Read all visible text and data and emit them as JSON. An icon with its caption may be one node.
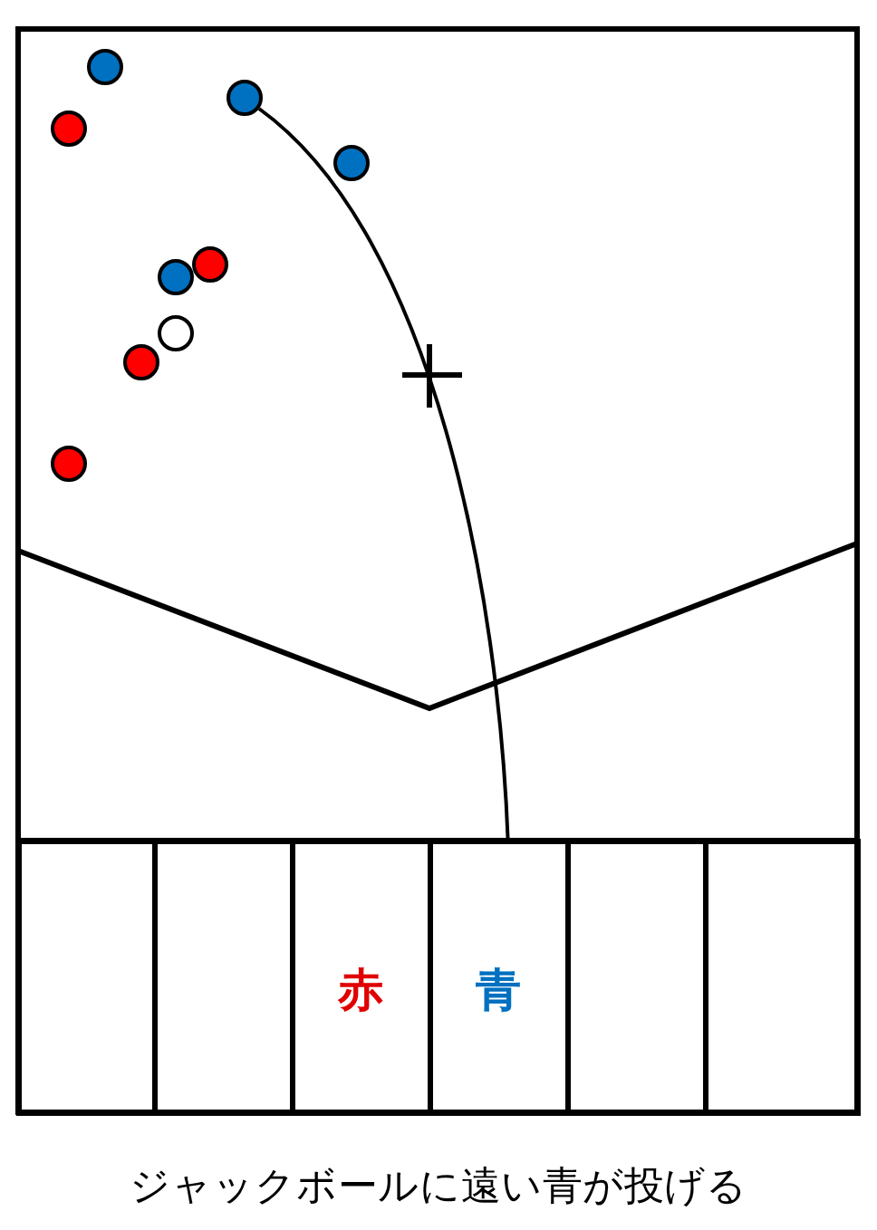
{
  "diagram": {
    "caption": "ジャックボールに遠い青が投げる",
    "nodes": [
      {
        "text": [],
        "shape": "circle"
      },
      {
        "text": [],
        "shape": "circle"
      },
      {
        "text": [],
        "shape": "circle"
      },
      {
        "text": [],
        "shape": "circle"
      },
      {
        "text": [],
        "shape": "circle"
      },
      {
        "text": [],
        "shape": "circle"
      },
      {
        "text": [],
        "shape": "circle"
      },
      {
        "text": [],
        "shape": "circle"
      },
      {
        "text": [],
        "shape": "circle"
      },
      {
        "text": [],
        "shape": "box"
      },
      {
        "text": [],
        "shape": "box"
      },
      {
        "text": [
          "赤"
        ]
      },
      {
        "text": [
          "青"
        ]
      },
      {
        "text": [],
        "shape": "box"
      },
      {
        "text": [],
        "shape": "box"
      }
    ],
    "edges": [
      {
        "from": 12,
        "to": 1,
        "arrow": "none"
      }
    ]
  }
}
